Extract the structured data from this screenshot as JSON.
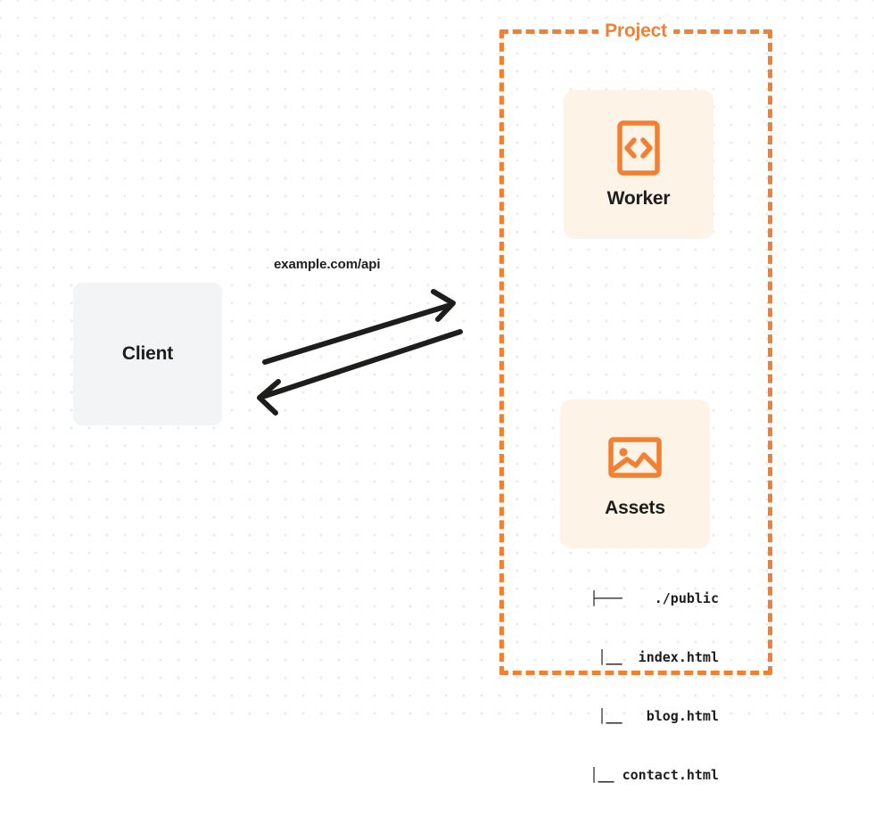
{
  "diagram": {
    "title": "Client to Project Worker and Assets request flow",
    "background": {
      "dot_grid_color": "#ececec",
      "page_color": "#ffffff"
    },
    "client": {
      "label": "Client",
      "fill": "#f3f4f6",
      "text_color": "#1d1d1b"
    },
    "connector": {
      "request_label": "example.com/api",
      "stroke": "#1d1d1b",
      "outbound_direction": "right",
      "inbound_direction": "left"
    },
    "project": {
      "label": "Project",
      "border_color": "#f28033",
      "border_style": "dashed",
      "cards": [
        {
          "label": "Worker",
          "icon": "code-brackets-icon",
          "fill": "#fdf3e7",
          "icon_color": "#f28033"
        },
        {
          "label": "Assets",
          "icon": "image-picture-icon",
          "fill": "#fdf3e7",
          "icon_color": "#f28033"
        }
      ],
      "file_tree": {
        "rows": [
          {
            "connector": "├───",
            "name": "./public"
          },
          {
            "connector": "│__",
            "name": "index.html"
          },
          {
            "connector": "│__",
            "name": "blog.html"
          },
          {
            "connector": "│__",
            "name": "contact.html"
          }
        ],
        "lines": [
          "├───    ./public",
          " │__  index.html",
          " │__   blog.html",
          " │__ contact.html"
        ]
      }
    }
  }
}
